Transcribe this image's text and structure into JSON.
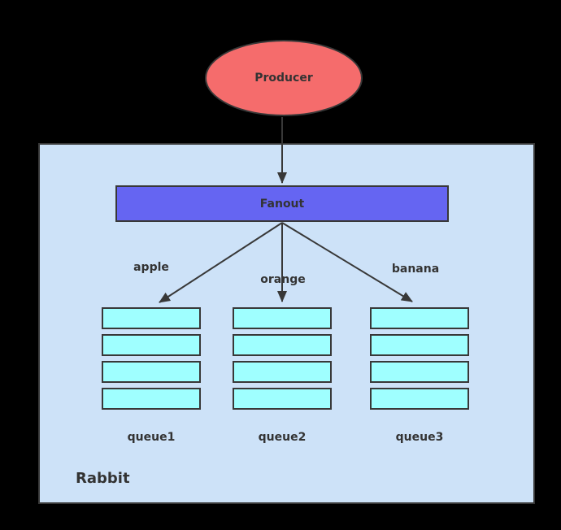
{
  "diagram": {
    "producer": {
      "label": "Producer"
    },
    "exchange": {
      "label": "Fanout"
    },
    "edges": {
      "apple": {
        "label": "apple"
      },
      "orange": {
        "label": "orange"
      },
      "banana": {
        "label": "banana"
      }
    },
    "queues": [
      {
        "label": "queue1",
        "slots": 4
      },
      {
        "label": "queue2",
        "slots": 4
      },
      {
        "label": "queue3",
        "slots": 4
      }
    ],
    "container": {
      "label": "Rabbit"
    }
  },
  "colors": {
    "background": "#000000",
    "container_fill": "#CDE2F8",
    "producer_fill": "#F56C6C",
    "exchange_fill": "#6565F2",
    "queue_fill": "#9FFFFF",
    "stroke": "#383838",
    "text": "#333333"
  }
}
